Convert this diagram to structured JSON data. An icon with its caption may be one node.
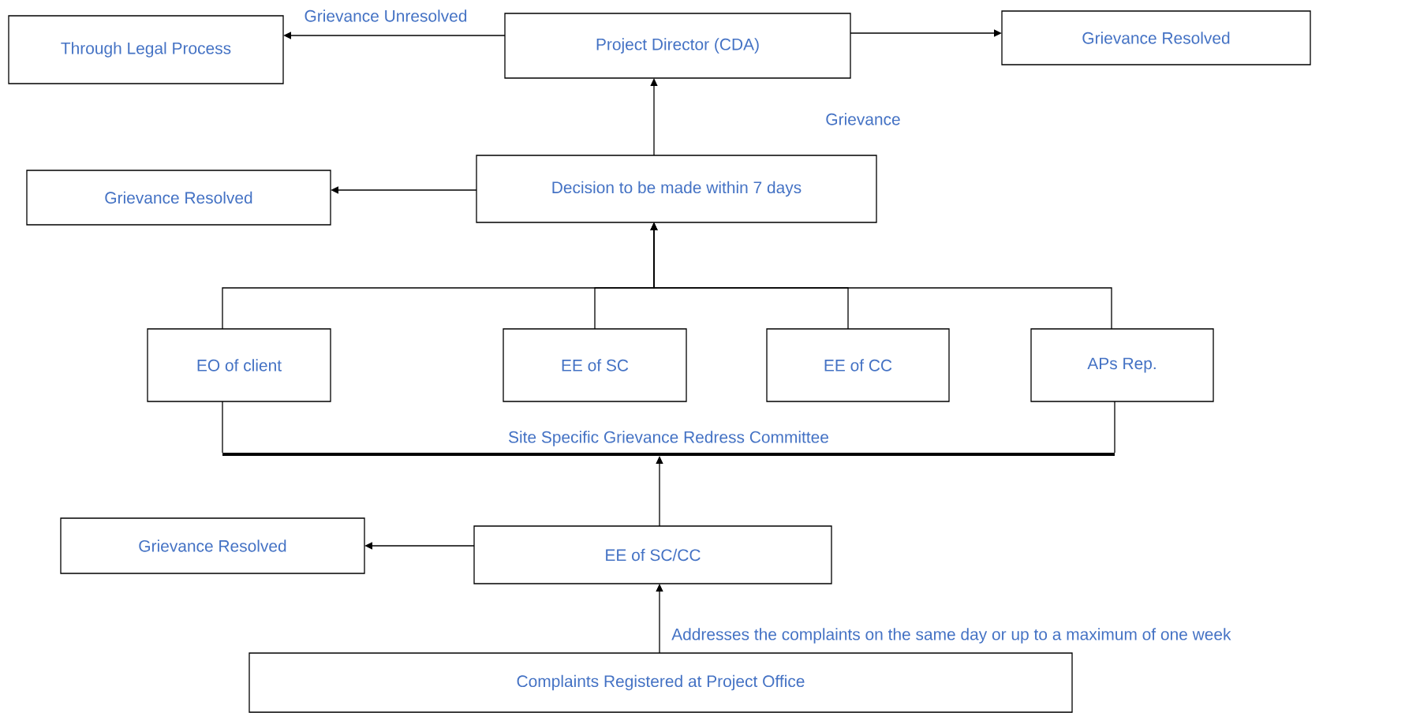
{
  "diagram": {
    "nodes": [
      {
        "text": [
          "Through Legal Process"
        ]
      },
      {
        "text": [
          "Project Director (CDA)"
        ]
      },
      {
        "text": [
          "Grievance Resolved"
        ]
      },
      {
        "text": [
          "Grievance Resolved"
        ]
      },
      {
        "text": [
          "Decision to be made within 7 days"
        ]
      },
      {
        "text": [
          "EO of client"
        ]
      },
      {
        "text": [
          "EE of SC"
        ]
      },
      {
        "text": [
          "EE of CC"
        ]
      },
      {
        "text": [
          "APs Rep."
        ]
      },
      {
        "text": [
          "Site Specific Grievance Redress Committee"
        ]
      },
      {
        "text": [
          "Grievance Resolved"
        ]
      },
      {
        "text": [
          "EE of SC/CC"
        ]
      },
      {
        "text": [
          "Complaints Registered at Project Office"
        ]
      }
    ],
    "edges": [
      {
        "from": 1,
        "to": 0,
        "arrow": "to",
        "label": "Grievance Unresolved"
      },
      {
        "from": 1,
        "to": 2,
        "arrow": "to"
      },
      {
        "from": 4,
        "to": 1,
        "arrow": "to"
      },
      {
        "from": 4,
        "to": 3,
        "arrow": "to"
      },
      {
        "from": 5,
        "to": 4,
        "arrow": "to"
      },
      {
        "from": 6,
        "to": 4,
        "arrow": "to"
      },
      {
        "from": 7,
        "to": 4,
        "arrow": "to"
      },
      {
        "from": 8,
        "to": 4,
        "arrow": "to"
      },
      {
        "from": 5,
        "to": 9,
        "arrow": "none"
      },
      {
        "from": 8,
        "to": 9,
        "arrow": "none"
      },
      {
        "from": 11,
        "to": 9,
        "arrow": "to"
      },
      {
        "from": 11,
        "to": 10,
        "arrow": "to"
      },
      {
        "from": 12,
        "to": 11,
        "arrow": "to",
        "label": "Addresses the complaints on the same day or up to a maximum of one week"
      }
    ],
    "labels": [
      "Grievance"
    ]
  }
}
